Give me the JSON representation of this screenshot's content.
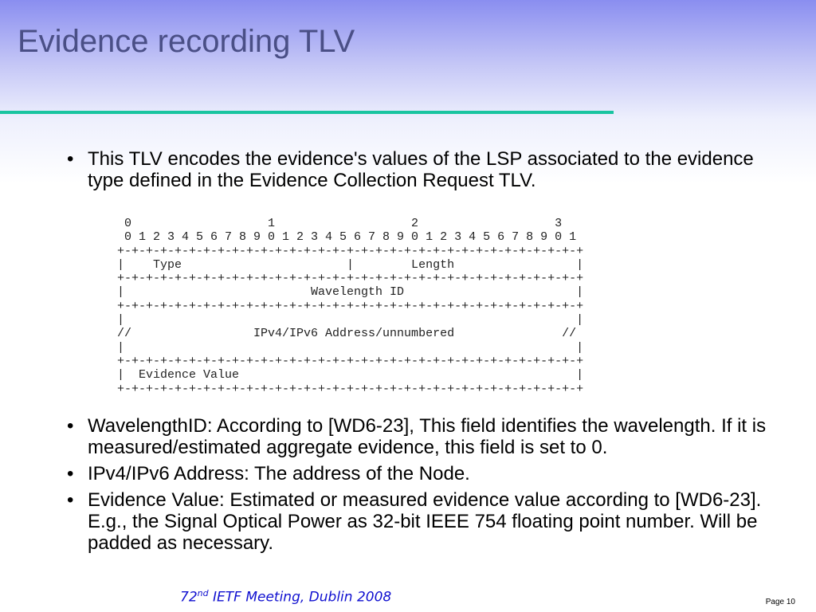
{
  "slide": {
    "title": "Evidence recording TLV",
    "bullets_top": [
      "This TLV encodes the evidence's values of the LSP associated to the evidence type defined in the Evidence Collection Request TLV."
    ],
    "ascii_diagram": "  0                   1                   2                   3\n  0 1 2 3 4 5 6 7 8 9 0 1 2 3 4 5 6 7 8 9 0 1 2 3 4 5 6 7 8 9 0 1\n +-+-+-+-+-+-+-+-+-+-+-+-+-+-+-+-+-+-+-+-+-+-+-+-+-+-+-+-+-+-+-+-+\n |    Type                       |        Length                 |\n +-+-+-+-+-+-+-+-+-+-+-+-+-+-+-+-+-+-+-+-+-+-+-+-+-+-+-+-+-+-+-+-+\n |                          Wavelength ID                        |\n +-+-+-+-+-+-+-+-+-+-+-+-+-+-+-+-+-+-+-+-+-+-+-+-+-+-+-+-+-+-+-+-+\n |                                                               |\n //                 IPv4/IPv6 Address/unnumbered               //\n |                                                               |\n +-+-+-+-+-+-+-+-+-+-+-+-+-+-+-+-+-+-+-+-+-+-+-+-+-+-+-+-+-+-+-+-+\n |  Evidence Value                                               |\n +-+-+-+-+-+-+-+-+-+-+-+-+-+-+-+-+-+-+-+-+-+-+-+-+-+-+-+-+-+-+-+-+",
    "bullets_bottom": [
      "WavelengthID: According to [WD6-23], This field identifies the wavelength. If it is measured/estimated aggregate evidence, this field is set to 0.",
      "IPv4/IPv6 Address: The address of the Node.",
      "Evidence Value: Estimated or measured evidence value according to [WD6-23]. E.g., the Signal Optical Power as 32-bit IEEE 754 floating point number. Will be padded as necessary."
    ]
  },
  "footer": {
    "meeting_number": "72",
    "meeting_suffix": "nd",
    "meeting_text": " IETF Meeting, Dublin 2008",
    "page_label": "Page 10"
  },
  "colors": {
    "title": "#4a4f86",
    "rule": "#19c4a0",
    "footer": "#1010d0"
  }
}
